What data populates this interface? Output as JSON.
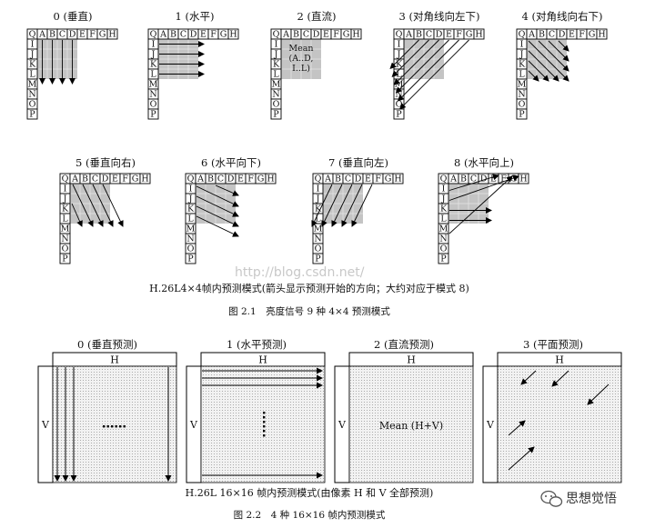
{
  "fig1": {
    "header_labels": [
      "Q",
      "A",
      "B",
      "C",
      "D",
      "E",
      "F",
      "G",
      "H"
    ],
    "left_labels": [
      "I",
      "J",
      "K",
      "L",
      "M",
      "N",
      "O",
      "P"
    ],
    "modes": [
      {
        "title": "0 (垂直)"
      },
      {
        "title": "1 (水平)"
      },
      {
        "title": "2 (直流)",
        "center_text": [
          "Mean",
          "(A..D,",
          "I..L)"
        ]
      },
      {
        "title": "3 (对角线向左下)"
      },
      {
        "title": "4 (对角线向右下)"
      },
      {
        "title": "5 (垂直向右)"
      },
      {
        "title": "6 (水平向下)"
      },
      {
        "title": "7 (垂直向左)"
      },
      {
        "title": "8 (水平向上)"
      }
    ],
    "caption": "H.26L4×4帧内预测模式(箭头显示预测开始的方向；大约对应于模式 8)",
    "figure_label": "图 2.1　亮度信号 9 种 4×4 预测模式"
  },
  "fig2": {
    "modes": [
      {
        "title": "0 (垂直预测)"
      },
      {
        "title": "1 (水平预测)"
      },
      {
        "title": "2 (直流预测)",
        "center_text": "Mean (H+V)"
      },
      {
        "title": "3 (平面预测)"
      }
    ],
    "h_label": "H",
    "v_label": "V",
    "caption": "H.26L 16×16 帧内预测模式(由像素 H 和 V 全部预测)",
    "figure_label": "图 2.2　4 种 16×16 帧内预测模式"
  },
  "watermark": "http://blog.csdn.net/",
  "logo": {
    "text": "思想觉悟"
  }
}
